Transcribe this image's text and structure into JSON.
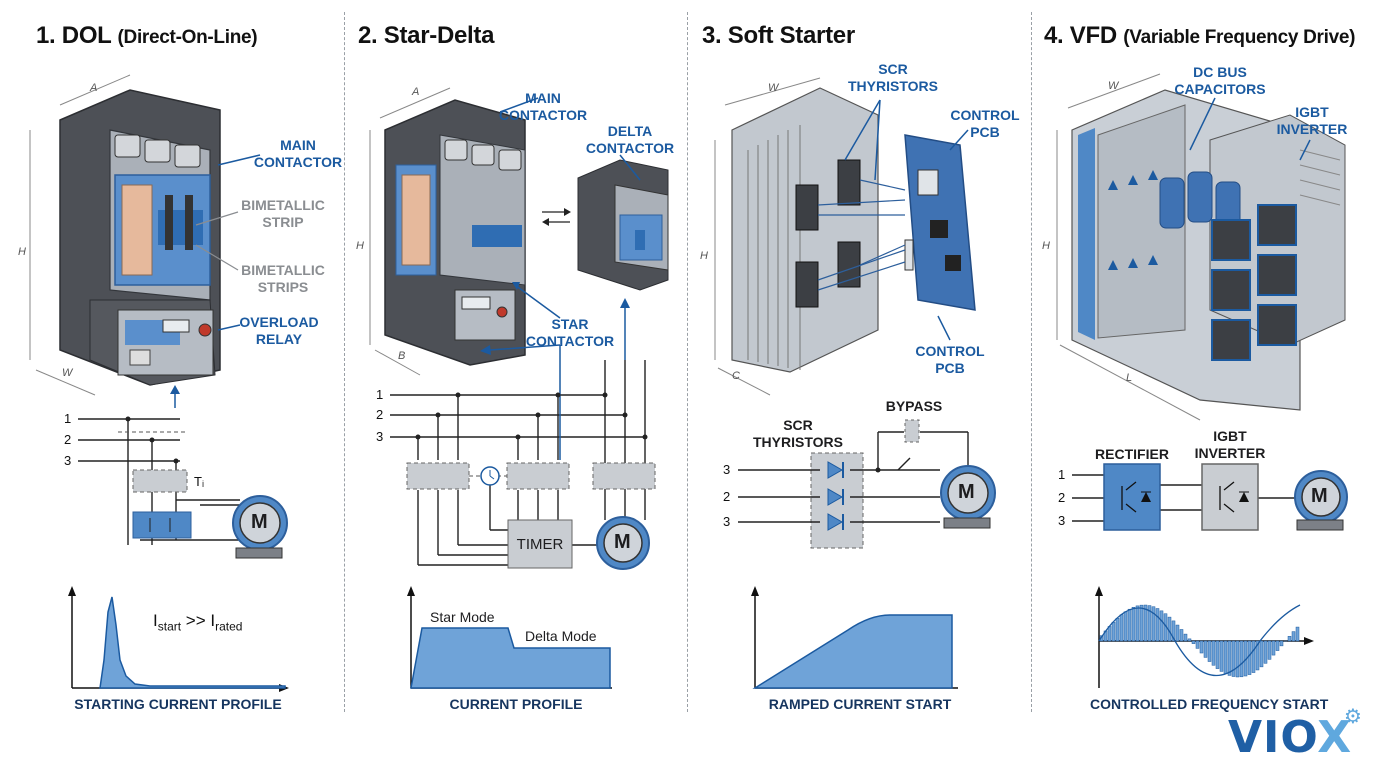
{
  "panels": [
    {
      "title": "1. DOL",
      "subtitle": "(Direct-On-Line)",
      "labels": {
        "main_contactor": "MAIN\nCONTACTOR",
        "bimetallic_strip": "BIMETALLIC\nSTRIP",
        "bimetallic_strips": "BIMETALLIC\nSTRIPS",
        "overload_relay": "OVERLOAD\nRELAY"
      },
      "dimensions": {
        "a": "A",
        "h": "H",
        "w": "W"
      },
      "lines": [
        "1",
        "2",
        "3"
      ],
      "relay_tag": "Tᵢ",
      "motor": "M",
      "chart_annotation_main": "I",
      "chart_annotation_sub1": "start",
      "chart_annotation_op": " >> I",
      "chart_annotation_sub2": "rated",
      "caption": "STARTING CURRENT PROFILE"
    },
    {
      "title": "2. Star-Delta",
      "labels": {
        "main_contactor": "MAIN\nCONTACTOR",
        "delta_contactor": "DELTA\nCONTACTOR",
        "star_contactor": "STAR\nCONTACTOR"
      },
      "dimensions": {
        "a": "A",
        "h": "H",
        "b": "B"
      },
      "lines": [
        "1",
        "2",
        "3"
      ],
      "timer": "TIMER",
      "motor": "M",
      "chart_labels": {
        "star": "Star Mode",
        "delta": "Delta Mode"
      },
      "caption": "CURRENT PROFILE"
    },
    {
      "title": "3. Soft Starter",
      "labels": {
        "scr_thyristors_top": "SCR\nTHYRISTORS",
        "control_pcb_top": "CONTROL\nPCB",
        "control_pcb_bottom": "CONTROL\nPCB",
        "scr_thyristors_diagram": "SCR\nTHYRISTORS",
        "bypass": "BYPASS"
      },
      "dimensions": {
        "w": "W",
        "h": "H",
        "c": "C"
      },
      "lines": [
        "3",
        "2",
        "3"
      ],
      "motor": "M",
      "caption": "RAMPED CURRENT START"
    },
    {
      "title": "4. VFD",
      "subtitle": "(Variable Frequency Drive)",
      "labels": {
        "dc_bus_capacitors": "DC BUS\nCAPACITORS",
        "igbt_inverter_top": "IGBT\nINVERTER",
        "rectifier": "RECTIFIER",
        "igbt_inverter_diagram": "IGBT\nINVERTER"
      },
      "dimensions": {
        "w": "W",
        "h": "H",
        "l": "L"
      },
      "lines": [
        "1",
        "2",
        "3"
      ],
      "motor": "M",
      "caption": "CONTROLLED FREQUENCY START"
    }
  ],
  "brand": {
    "name_a": "VIO",
    "name_b": "X"
  },
  "colors": {
    "accent": "#1b5aa0",
    "light_blue": "#5b95cf",
    "fill_blue": "#6fa3d8",
    "grey_body": "#5d6066"
  }
}
